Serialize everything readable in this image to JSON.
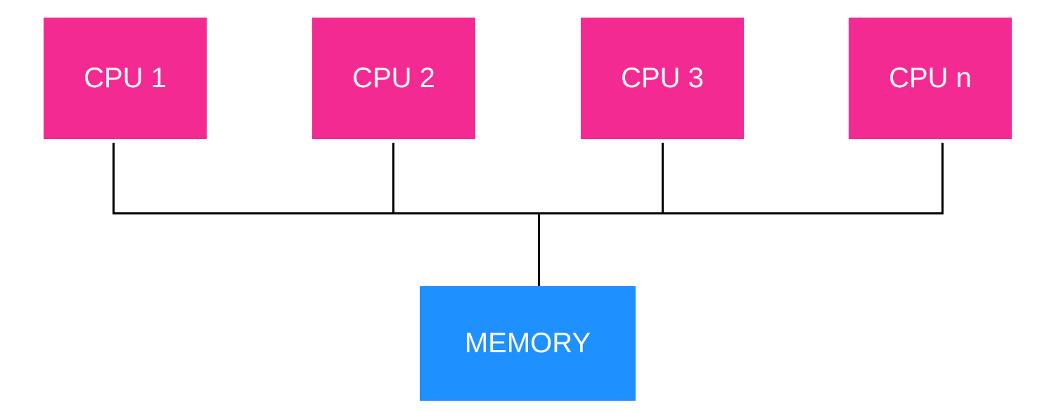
{
  "colors": {
    "cpu_fill": "#f42a93",
    "memory_fill": "#1e90ff",
    "label_text": "#ffffff",
    "connector": "#000000",
    "background": "#ffffff"
  },
  "cpus": [
    {
      "label": "CPU 1"
    },
    {
      "label": "CPU 2"
    },
    {
      "label": "CPU 3"
    },
    {
      "label": "CPU n"
    }
  ],
  "memory": {
    "label": "MEMORY"
  }
}
